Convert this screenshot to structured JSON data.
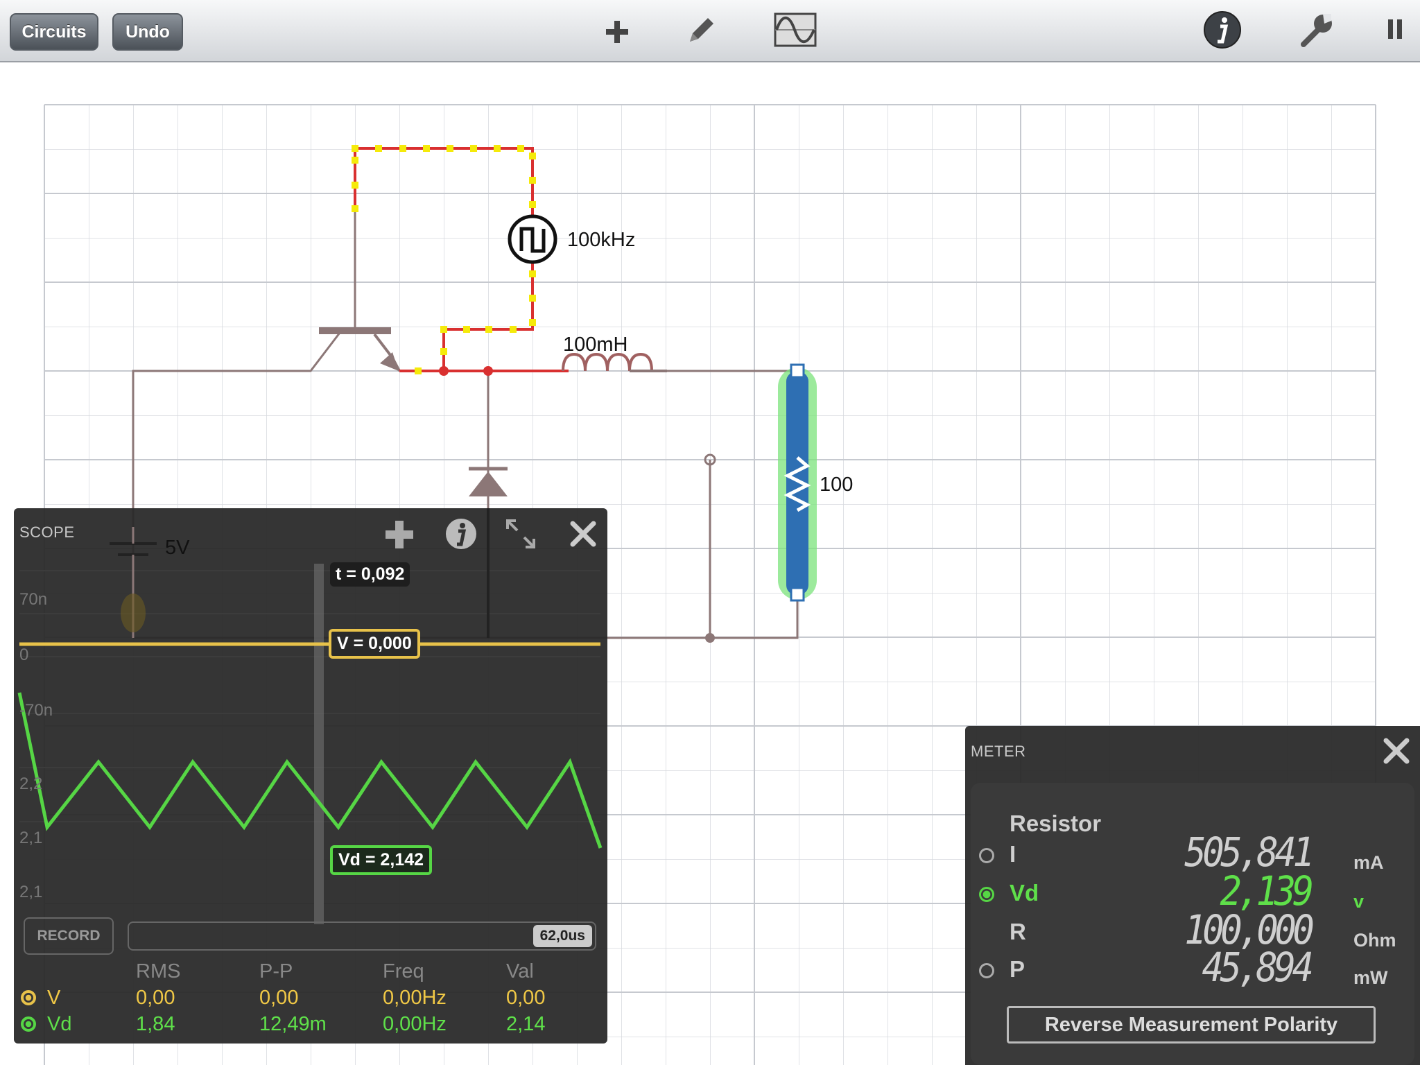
{
  "toolbar": {
    "circuits_label": "Circuits",
    "undo_label": "Undo",
    "icons": [
      "plus-icon",
      "pencil-icon",
      "scope-wave-icon",
      "info-icon",
      "wrench-icon",
      "pause-icon"
    ]
  },
  "circuit": {
    "labels": {
      "frequency": "100kHz",
      "inductor": "100mH",
      "resistor": "100",
      "battery": "5V"
    },
    "colors": {
      "wire": "#8c7777",
      "active_wire": "#d93030",
      "current_dot": "#f5ea0a",
      "resistor_fill": "#2e6fb3",
      "resistor_glow": "#6fe06f"
    }
  },
  "scope": {
    "title": "SCOPE",
    "y_labels_top": [
      "70n",
      "0",
      "-70n"
    ],
    "y_labels_bottom": [
      "2,2",
      "2,1",
      "2,1"
    ],
    "time_tag": "t = 0,092",
    "v_tag": "V = 0,000",
    "vd_tag": "Vd = 2,142",
    "record_label": "RECORD",
    "timescale": "62,0us",
    "stats_headers": [
      "RMS",
      "P-P",
      "Freq",
      "Val"
    ],
    "rows": [
      {
        "name": "V",
        "rms": "0,00",
        "pp": "0,00",
        "freq": "0,00Hz",
        "val": "0,00"
      },
      {
        "name": "Vd",
        "rms": "1,84",
        "pp": "12,49m",
        "freq": "0,00Hz",
        "val": "2,14"
      }
    ],
    "colors": {
      "v": "#e8c24a",
      "vd": "#56d645"
    }
  },
  "meter": {
    "title": "METER",
    "component": "Resistor",
    "rows": [
      {
        "label": "I",
        "value": "505,841",
        "unit": "mA"
      },
      {
        "label": "Vd",
        "value": "2,139",
        "unit": "v"
      },
      {
        "label": "R",
        "value": "100,000",
        "unit": "Ohm"
      },
      {
        "label": "P",
        "value": "45,894",
        "unit": "mW"
      }
    ],
    "reverse_label": "Reverse Measurement Polarity"
  }
}
